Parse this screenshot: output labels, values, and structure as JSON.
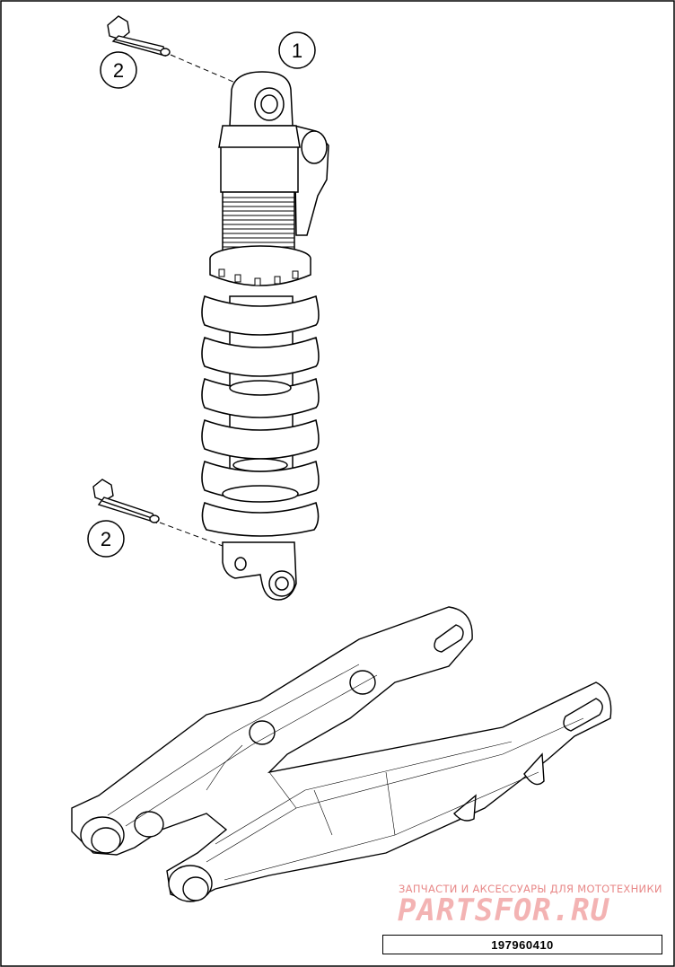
{
  "callouts": [
    {
      "id": "shock-absorber",
      "label": "1"
    },
    {
      "id": "screw-upper",
      "label": "2"
    },
    {
      "id": "screw-lower",
      "label": "2"
    }
  ],
  "watermark": {
    "tagline": "ЗАПЧАСТИ И АКСЕССУАРЫ ДЛЯ МОТОТЕХНИКИ",
    "brand": "PARTSFOR.RU"
  },
  "part_number": "197960410",
  "colors": {
    "line": "#000000",
    "watermark": "#e88888",
    "background": "#ffffff"
  }
}
